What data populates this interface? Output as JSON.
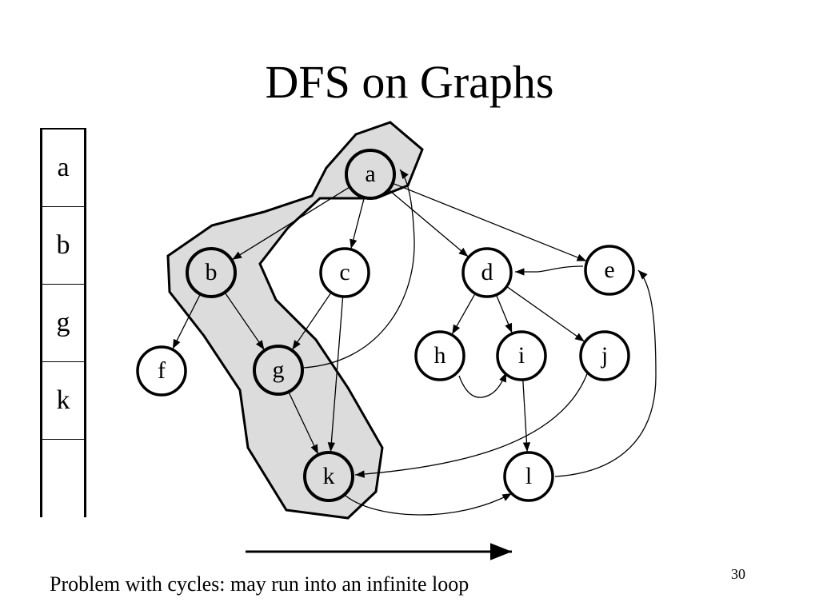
{
  "title": "DFS on Graphs",
  "stack": [
    "a",
    "b",
    "g",
    "k"
  ],
  "nodes": [
    {
      "id": "a",
      "label": "a",
      "highlighted": true
    },
    {
      "id": "b",
      "label": "b",
      "highlighted": true
    },
    {
      "id": "c",
      "label": "c",
      "highlighted": false
    },
    {
      "id": "d",
      "label": "d",
      "highlighted": false
    },
    {
      "id": "e",
      "label": "e",
      "highlighted": false
    },
    {
      "id": "f",
      "label": "f",
      "highlighted": false
    },
    {
      "id": "g",
      "label": "g",
      "highlighted": true
    },
    {
      "id": "h",
      "label": "h",
      "highlighted": false
    },
    {
      "id": "i",
      "label": "i",
      "highlighted": false
    },
    {
      "id": "j",
      "label": "j",
      "highlighted": false
    },
    {
      "id": "k",
      "label": "k",
      "highlighted": true
    },
    {
      "id": "l",
      "label": "l",
      "highlighted": false
    }
  ],
  "edges": [
    {
      "from": "a",
      "to": "b"
    },
    {
      "from": "a",
      "to": "c"
    },
    {
      "from": "a",
      "to": "d"
    },
    {
      "from": "a",
      "to": "e"
    },
    {
      "from": "b",
      "to": "f"
    },
    {
      "from": "b",
      "to": "g"
    },
    {
      "from": "c",
      "to": "g"
    },
    {
      "from": "c",
      "to": "k"
    },
    {
      "from": "g",
      "to": "k"
    },
    {
      "from": "g",
      "to": "a"
    },
    {
      "from": "d",
      "to": "h"
    },
    {
      "from": "d",
      "to": "i"
    },
    {
      "from": "d",
      "to": "j"
    },
    {
      "from": "e",
      "to": "d"
    },
    {
      "from": "h",
      "to": "i"
    },
    {
      "from": "i",
      "to": "l"
    },
    {
      "from": "j",
      "to": "k"
    },
    {
      "from": "k",
      "to": "l"
    },
    {
      "from": "l",
      "to": "e"
    }
  ],
  "highlight_color": "#dcdcdc",
  "caption": "Problem with cycles: may run into an infinite loop",
  "slide_number": "30"
}
